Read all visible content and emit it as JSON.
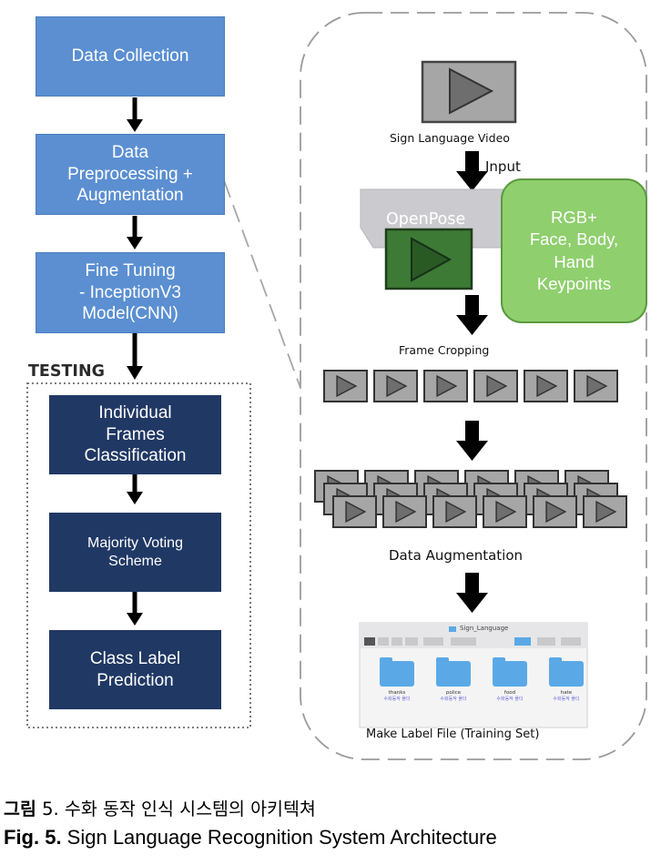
{
  "pipeline": {
    "steps": [
      "Data Collection",
      "Data\nPreprocessing +\nAugmentation",
      "Fine Tuning\n- InceptionV3\nModel(CNN)"
    ],
    "testing_label": "TESTING",
    "testing_steps": [
      "Individual\nFrames\nClassification",
      "Majority Voting\nScheme",
      "Class Label\nPrediction"
    ]
  },
  "detail": {
    "video_label": "Sign Language Video",
    "input_label": "Input",
    "openpose_label": "OpenPose",
    "keypoints_label": "RGB+\nFace, Body,\nHand\nKeypoints",
    "frame_cropping_label": "Frame Cropping",
    "augmentation_label": "Data Augmentation",
    "label_file_label": "Make Label File (Training Set)",
    "folder_window": {
      "title": "Sign_Language",
      "folders": [
        {
          "name": "thanks",
          "sub": "수화동작 폴더"
        },
        {
          "name": "police",
          "sub": "수화동작 폴더"
        },
        {
          "name": "food",
          "sub": "수화동작 폴더"
        },
        {
          "name": "hate",
          "sub": "수화동작 폴더"
        }
      ]
    }
  },
  "caption": {
    "kr_prefix": "그림",
    "kr_number": " 5.",
    "kr_text": " 수화 동작 인식 시스템의 아키텍쳐",
    "en_prefix": "Fig. 5.",
    "en_text": " Sign Language Recognition System Architecture"
  },
  "colors": {
    "pipeline_box": "#5b8fd1",
    "testing_box": "#203864",
    "openpose_box": "#cbcbcf",
    "keypoints_box": "#8fcf6e",
    "overlay_video": "#3c7a35",
    "folder": "#5aa9e6"
  }
}
